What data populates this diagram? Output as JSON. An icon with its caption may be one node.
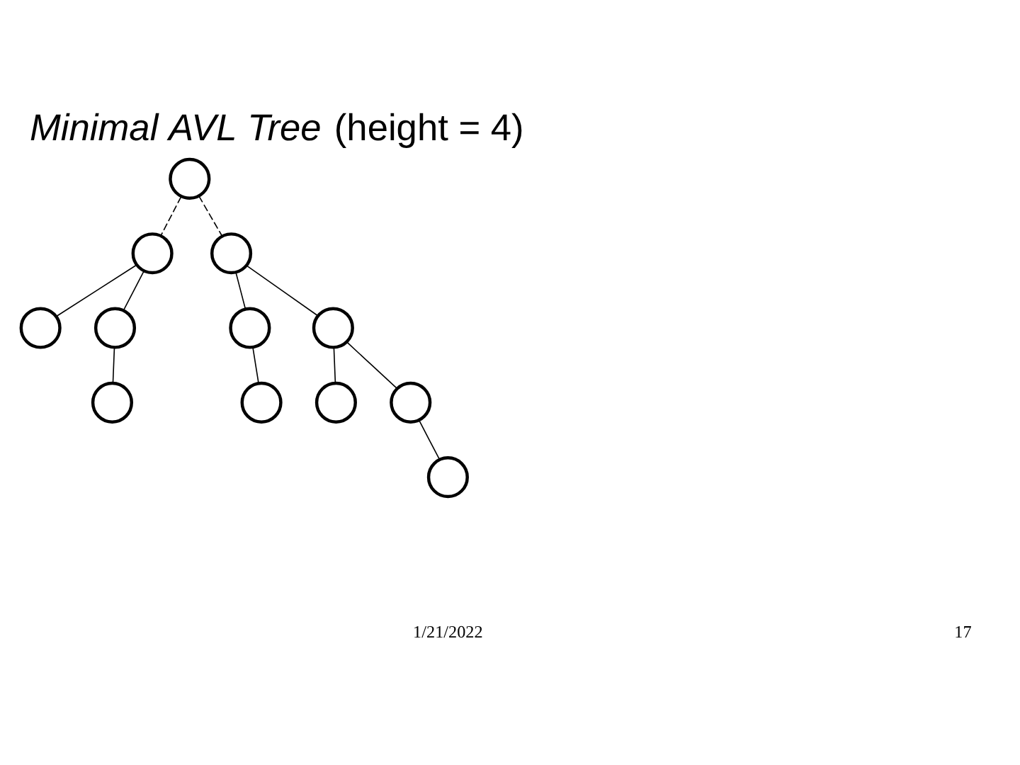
{
  "diagram": {
    "title": "*Minimal AVL Tree* (height = 4)",
    "nodes": [
      {
        "text": [],
        "shape": "circle"
      },
      {
        "text": [],
        "shape": "circle"
      },
      {
        "text": [],
        "shape": "circle"
      },
      {
        "text": [],
        "shape": "circle"
      },
      {
        "text": [],
        "shape": "circle"
      },
      {
        "text": [],
        "shape": "circle"
      },
      {
        "text": [],
        "shape": "circle"
      },
      {
        "text": [],
        "shape": "circle"
      },
      {
        "text": [],
        "shape": "circle"
      },
      {
        "text": [],
        "shape": "circle"
      },
      {
        "text": [],
        "shape": "circle"
      },
      {
        "text": [],
        "shape": "circle"
      }
    ],
    "edges": [
      {
        "from": 0,
        "to": 1,
        "arrow": "none",
        "style": "dashed"
      },
      {
        "from": 0,
        "to": 2,
        "arrow": "none",
        "style": "dashed"
      },
      {
        "from": 1,
        "to": 3,
        "arrow": "none"
      },
      {
        "from": 1,
        "to": 4,
        "arrow": "none"
      },
      {
        "from": 4,
        "to": 5,
        "arrow": "none"
      },
      {
        "from": 2,
        "to": 6,
        "arrow": "none"
      },
      {
        "from": 2,
        "to": 7,
        "arrow": "none"
      },
      {
        "from": 6,
        "to": 8,
        "arrow": "none"
      },
      {
        "from": 7,
        "to": 9,
        "arrow": "none"
      },
      {
        "from": 7,
        "to": 10,
        "arrow": "none"
      },
      {
        "from": 10,
        "to": 11,
        "arrow": "none"
      }
    ],
    "labels": [
      "1/21/2022",
      "17"
    ]
  }
}
